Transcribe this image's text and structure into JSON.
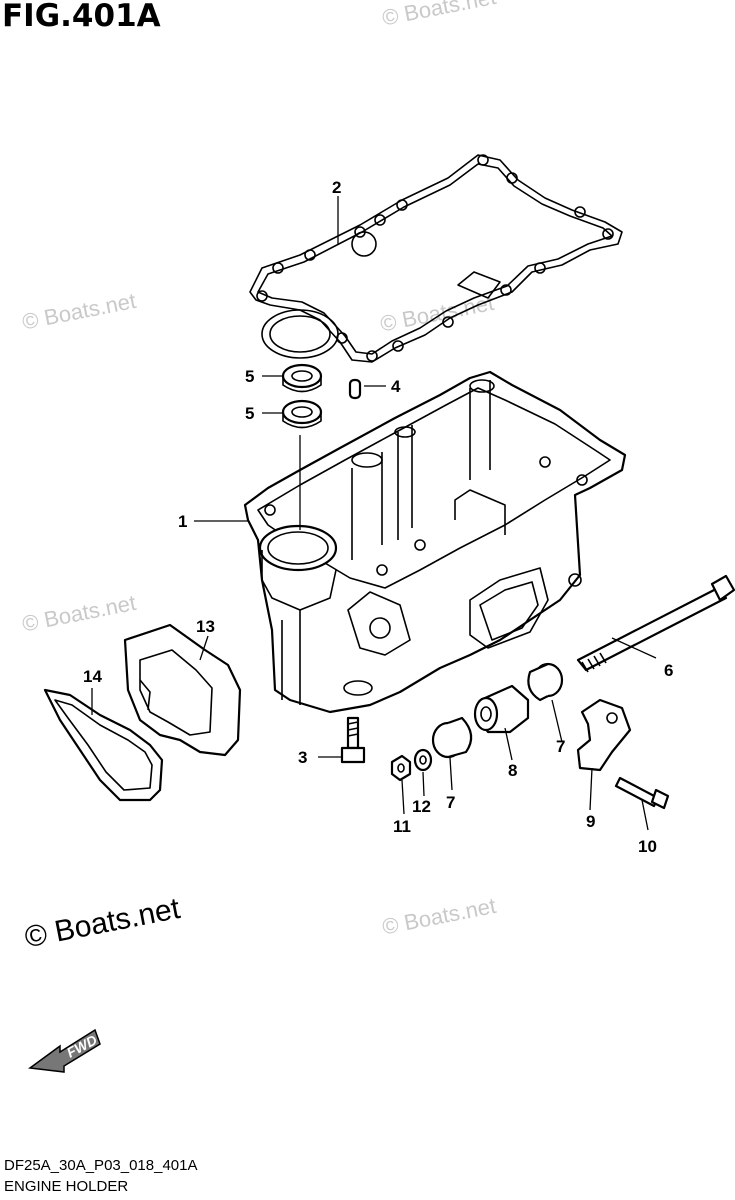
{
  "header": {
    "title": "FIG.401A"
  },
  "footer": {
    "code": "DF25A_30A_P03_018_401A",
    "caption": "ENGINE HOLDER"
  },
  "watermark": {
    "text": "© Boats.net",
    "emphasis_text": "© Boats.net"
  },
  "fwd_label": "FWD",
  "callouts": {
    "c1": "1",
    "c2": "2",
    "c3": "3",
    "c4": "4",
    "c5a": "5",
    "c5b": "5",
    "c6": "6",
    "c7a": "7",
    "c7b": "7",
    "c8": "8",
    "c9": "9",
    "c10": "10",
    "c11": "11",
    "c12": "12",
    "c13": "13",
    "c14": "14"
  }
}
